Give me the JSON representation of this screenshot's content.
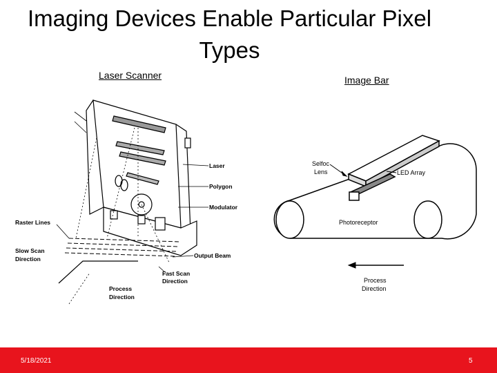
{
  "slide": {
    "title_line1": "Imaging Devices Enable Particular Pixel",
    "title_line2": "Types",
    "laser_scanner_label": "Laser Scanner",
    "image_bar_label": "Image Bar"
  },
  "laser_diagram": {
    "laser": "Laser",
    "polygon": "Polygon",
    "modulator": "Modulator",
    "raster_lines": "Raster Lines",
    "slow_scan_1": "Slow Scan",
    "slow_scan_2": "Direction",
    "output_beam": "Output Beam",
    "fast_scan_1": "Fast Scan",
    "fast_scan_2": "Direction",
    "process_1": "Process",
    "process_2": "Direction"
  },
  "bar_diagram": {
    "selfoc_1": "Selfoc",
    "selfoc_2": "Lens",
    "led_array": "LED Array",
    "photoreceptor": "Photoreceptor",
    "process_1": "Process",
    "process_2": "Direction"
  },
  "footer": {
    "date": "5/18/2021",
    "page": "5",
    "color": "#e8141d"
  }
}
